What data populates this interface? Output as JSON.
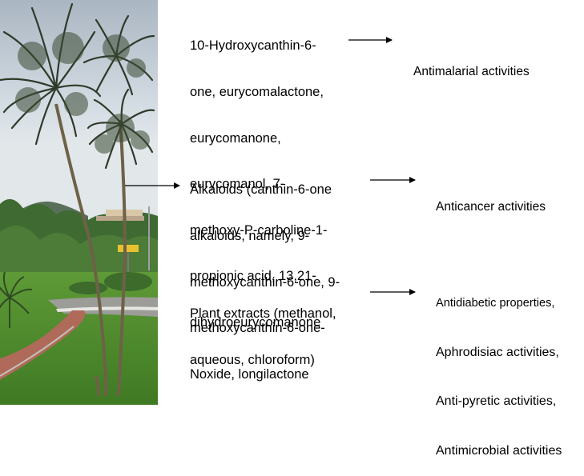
{
  "sources": [
    {
      "lines": [
        "10-Hydroxycanthin-6-",
        "one, eurycomalactone,",
        "eurycomanone,",
        "eurycomanol, 7-",
        "methoxy-P-carboline-1-",
        "propionic acid, 13,21-",
        "dihydroeurycomanone"
      ],
      "activities": [
        "Antimalarial activities"
      ]
    },
    {
      "lines": [
        "Alkaloids (canthin-6-one",
        "alkaloids, namely, 9-",
        "methoxycanthin-6-one, 9-",
        "methoxycanthin-6-one-",
        "Noxide, longilactone"
      ],
      "activities": [
        "Anticancer activities"
      ]
    },
    {
      "lines": [
        "Plant extracts (methanol,",
        "aqueous, chloroform)"
      ],
      "activities": [
        "Antidiabetic properties,",
        "Aphrodisiac activities,",
        "Anti-pyretic activities,",
        "Antimicrobial activities"
      ]
    }
  ],
  "colors": {
    "sky": "#c9d3dc",
    "grass": "#4f8a2e",
    "path": "#b06a5a",
    "trunk": "#6e6148",
    "frond": "#2f3a2a"
  }
}
